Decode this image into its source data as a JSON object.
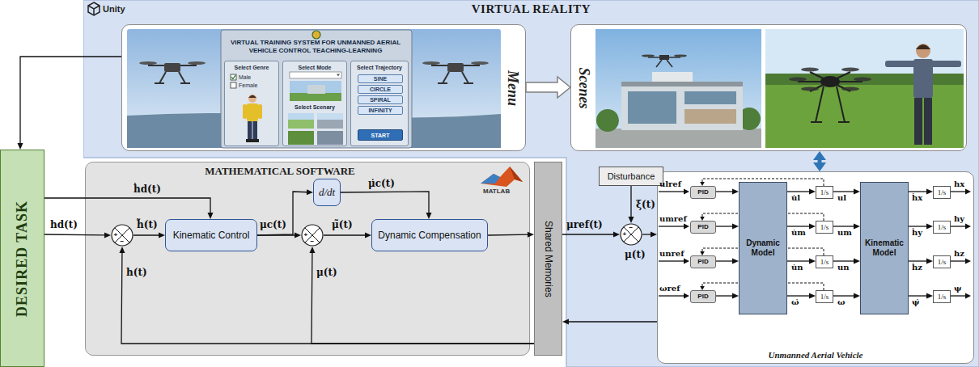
{
  "diagram": {
    "nodes": [
      {
        "text": [
          "VIRTUAL REALITY"
        ]
      },
      {
        "text": [
          "Menu"
        ],
        "in": 0
      },
      {
        "text": [
          "Select Genre",
          "Male",
          "Female"
        ],
        "in": 1
      },
      {
        "text": [
          "Select Mode",
          "Select Scenary"
        ],
        "in": 1
      },
      {
        "text": [
          "Select Trajectory"
        ],
        "in": 1
      },
      {
        "text": [
          "SINE"
        ],
        "in": 4
      },
      {
        "text": [
          "CIRCLE"
        ],
        "in": 4
      },
      {
        "text": [
          "SPIRAL"
        ],
        "in": 4
      },
      {
        "text": [
          "INFINITY"
        ],
        "in": 4
      },
      {
        "text": [
          "START"
        ],
        "in": 4
      },
      {
        "text": [
          "Scenes"
        ],
        "in": 0
      },
      {
        "text": [
          "DESIRED TASK"
        ]
      },
      {
        "text": [
          "MATHEMATICAL SOFTWARE"
        ]
      },
      {
        "text": [
          "+",
          "−"
        ],
        "in": 12
      },
      {
        "text": [
          "Kinematic Control"
        ],
        "in": 12
      },
      {
        "text": [
          "d/dt"
        ],
        "in": 12
      },
      {
        "text": [
          "+",
          "−"
        ],
        "in": 12
      },
      {
        "text": [
          "Dynamic Compensation"
        ],
        "in": 12
      },
      {
        "text": [
          "Shared Memories"
        ]
      },
      {
        "text": [
          "Disturbance"
        ],
        "in": 0
      },
      {
        "text": [
          "+",
          "−"
        ],
        "in": 0
      },
      {
        "text": [
          "Unmanned Aerial Vehicle"
        ],
        "in": 0
      },
      {
        "text": [
          "PID"
        ],
        "in": 21
      },
      {
        "text": [
          "PID"
        ],
        "in": 21
      },
      {
        "text": [
          "PID"
        ],
        "in": 21
      },
      {
        "text": [
          "PID"
        ],
        "in": 21
      },
      {
        "text": [
          "Dynamic Model"
        ],
        "in": 21
      },
      {
        "text": [
          "1/s"
        ],
        "in": 21
      },
      {
        "text": [
          "1/s"
        ],
        "in": 21
      },
      {
        "text": [
          "1/s"
        ],
        "in": 21
      },
      {
        "text": [
          "1/s"
        ],
        "in": 21
      },
      {
        "text": [
          "Kinematic Model"
        ],
        "in": 21
      },
      {
        "text": [
          "1/s"
        ],
        "in": 21
      },
      {
        "text": [
          "1/s"
        ],
        "in": 21
      },
      {
        "text": [
          "1/s"
        ],
        "in": 21
      },
      {
        "text": [
          "1/s"
        ],
        "in": 21
      }
    ],
    "edges": [
      {
        "from": 1,
        "to": 11,
        "arrow": "to"
      },
      {
        "from": 1,
        "to": 10,
        "arrow": "to"
      },
      {
        "from": 10,
        "to": 21,
        "arrow": "both"
      },
      {
        "from": 11,
        "to": 13,
        "arrow": "to",
        "label": "hd(t)"
      },
      {
        "from": 11,
        "to": 14,
        "arrow": "to",
        "label": "ḣd(t)"
      },
      {
        "from": 13,
        "to": 14,
        "arrow": "to",
        "label": "h̃(t)"
      },
      {
        "from": 14,
        "to": 16,
        "arrow": "to",
        "label": "μc(t)"
      },
      {
        "from": 14,
        "to": 15,
        "arrow": "to"
      },
      {
        "from": 15,
        "to": 17,
        "arrow": "to",
        "label": "μ̇c(t)"
      },
      {
        "from": 16,
        "to": 17,
        "arrow": "to",
        "label": "μ̃(t)"
      },
      {
        "from": 17,
        "to": 18,
        "arrow": "to"
      },
      {
        "from": 18,
        "to": 20,
        "arrow": "to",
        "label": "μref(t)"
      },
      {
        "from": 19,
        "to": 20,
        "arrow": "to",
        "label": "ξ(t)"
      },
      {
        "from": 20,
        "to": 21,
        "arrow": "to",
        "label": "μ(t)"
      },
      {
        "from": 21,
        "to": 18,
        "arrow": "to"
      },
      {
        "from": 18,
        "to": 13,
        "arrow": "to",
        "label": "h(t)"
      },
      {
        "from": 18,
        "to": 16,
        "arrow": "to",
        "label": "μ(t)"
      },
      {
        "from": 22,
        "to": 26,
        "arrow": "to"
      },
      {
        "from": 26,
        "to": 27,
        "arrow": "to",
        "label": "u̇l"
      },
      {
        "from": 27,
        "to": 31,
        "arrow": "to",
        "label": "ul"
      },
      {
        "from": 31,
        "to": 32,
        "arrow": "to",
        "label": "ḣx"
      },
      {
        "from": 27,
        "to": 22,
        "arrow": "to"
      },
      {
        "from": 23,
        "to": 26,
        "arrow": "to"
      },
      {
        "from": 26,
        "to": 28,
        "arrow": "to",
        "label": "u̇m"
      },
      {
        "from": 28,
        "to": 31,
        "arrow": "to",
        "label": "um"
      },
      {
        "from": 31,
        "to": 33,
        "arrow": "to",
        "label": "ḣy"
      },
      {
        "from": 28,
        "to": 23,
        "arrow": "to"
      },
      {
        "from": 24,
        "to": 26,
        "arrow": "to"
      },
      {
        "from": 26,
        "to": 29,
        "arrow": "to",
        "label": "u̇n"
      },
      {
        "from": 29,
        "to": 31,
        "arrow": "to",
        "label": "un"
      },
      {
        "from": 31,
        "to": 34,
        "arrow": "to",
        "label": "ḣz"
      },
      {
        "from": 29,
        "to": 24,
        "arrow": "to"
      },
      {
        "from": 25,
        "to": 26,
        "arrow": "to"
      },
      {
        "from": 26,
        "to": 30,
        "arrow": "to",
        "label": "ω̇"
      },
      {
        "from": 30,
        "to": 31,
        "arrow": "to",
        "label": "ω"
      },
      {
        "from": 31,
        "to": 35,
        "arrow": "to",
        "label": "ψ̇"
      },
      {
        "from": 30,
        "to": 25,
        "arrow": "to"
      }
    ],
    "labels": [
      "Unity",
      "VIRTUAL TRAINING SYSTEM FOR UNMANNED AERIAL VEHICLE CONTROL TEACHING-LEARNING",
      "MATLAB",
      "ulref",
      "umref",
      "unref",
      "ωref",
      "hx",
      "hy",
      "hz",
      "ψ"
    ]
  }
}
